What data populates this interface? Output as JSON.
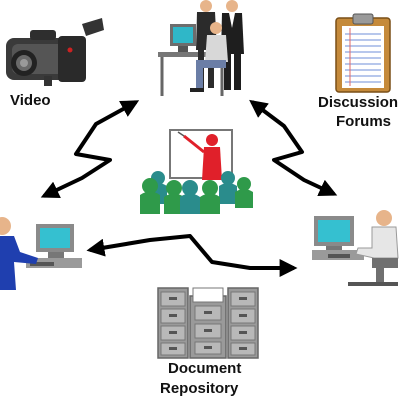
{
  "diagram": {
    "labels": {
      "video": "Video",
      "discussion_line1": "Discussion",
      "discussion_line2": "Forums",
      "document_line1": "Document",
      "document_line2": "Repository"
    },
    "nodes": [
      {
        "id": "video",
        "icon": "video-camera-icon"
      },
      {
        "id": "meeting",
        "icon": "team-at-computer-icon"
      },
      {
        "id": "discussion",
        "icon": "clipboard-icon"
      },
      {
        "id": "classroom",
        "icon": "presentation-audience-icon"
      },
      {
        "id": "left-user",
        "icon": "person-at-computer-icon"
      },
      {
        "id": "right-user",
        "icon": "person-at-computer-icon"
      },
      {
        "id": "repository",
        "icon": "filing-cabinets-icon"
      }
    ],
    "connections": [
      [
        "meeting",
        "left-user"
      ],
      [
        "meeting",
        "right-user"
      ],
      [
        "left-user",
        "right-user"
      ]
    ],
    "colors": {
      "arrow": "#000000",
      "green": "#2f9a4a",
      "teal": "#2a8c8c",
      "red": "#e0202a",
      "blue": "#1f3faf",
      "gray": "#8a8a8a"
    }
  }
}
